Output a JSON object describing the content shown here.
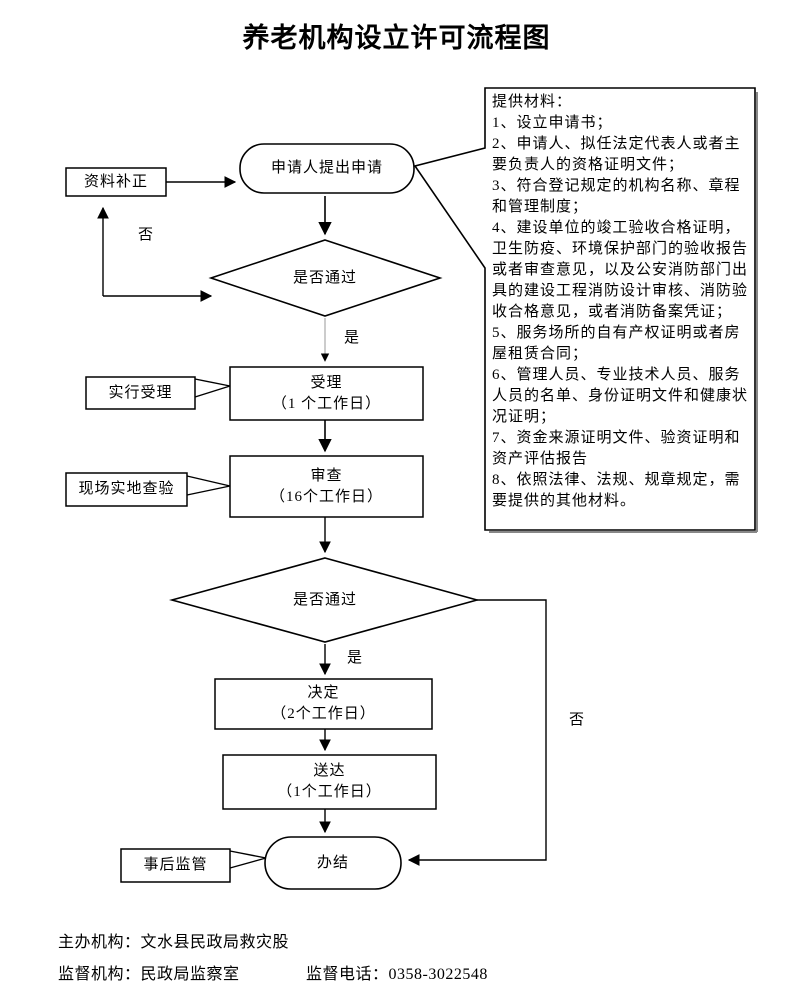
{
  "page": {
    "title": "养老机构设立许可流程图"
  },
  "colors": {
    "background": "#ffffff",
    "stroke": "#000000",
    "shadow": "#888888"
  },
  "flow": {
    "apply": "申请人提出申请",
    "supplement": "资料补正",
    "decision1": "是否通过",
    "accept_title": "受理",
    "accept_duration": "（1 个工作日）",
    "accept_note": "实行受理",
    "review_title": "审查",
    "review_duration": "（16个工作日）",
    "review_note": "现场实地查验",
    "decision2": "是否通过",
    "decide_title": "决定",
    "decide_duration": "（2个工作日）",
    "deliver_title": "送达",
    "deliver_duration": "（1个工作日）",
    "complete": "办结",
    "post_note": "事后监管",
    "labels": {
      "no1": "否",
      "yes1": "是",
      "yes2": "是",
      "no2": "否"
    }
  },
  "materials": {
    "heading": "提供材料：",
    "items": [
      "1、设立申请书；",
      "2、申请人、拟任法定代表人或者主要负责人的资格证明文件；",
      "3、符合登记规定的机构名称、章程和管理制度；",
      "4、建设单位的竣工验收合格证明，卫生防疫、环境保护部门的验收报告或者审查意见，以及公安消防部门出具的建设工程消防设计审核、消防验收合格意见，或者消防备案凭证；",
      "5、服务场所的自有产权证明或者房屋租赁合同；",
      "6、管理人员、专业技术人员、服务人员的名单、身份证明文件和健康状况证明；",
      "7、资金来源证明文件、验资证明和资产评估报告",
      "8、依照法律、法规、规章规定，需要提供的其他材料。"
    ]
  },
  "footer": {
    "host": "主办机构：文水县民政局救灾股",
    "supervise": "监督机构：民政局监察室",
    "phone": "监督电话：0358-3022548"
  }
}
